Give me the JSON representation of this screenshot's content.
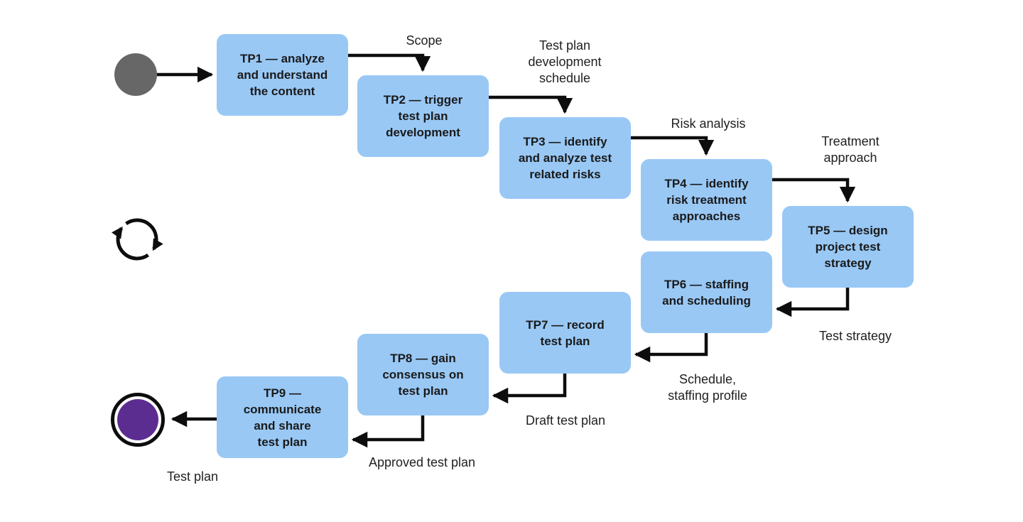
{
  "colors": {
    "box-fill": "#99C8F5",
    "start-fill": "#676767",
    "end-fill": "#5C2D91",
    "arrow": "#0d0d0d",
    "ink": "#1a1a1a"
  },
  "diagram": {
    "type": "flowchart",
    "nodes": [
      {
        "id": "start",
        "type": "start-circle",
        "label": ""
      },
      {
        "id": "TP1",
        "type": "process",
        "label": "TP1 — analyze\nand understand\nthe content"
      },
      {
        "id": "TP2",
        "type": "process",
        "label": "TP2 — trigger\ntest plan\ndevelopment"
      },
      {
        "id": "TP3",
        "type": "process",
        "label": "TP3 — identify\nand analyze test\nrelated risks"
      },
      {
        "id": "TP4",
        "type": "process",
        "label": "TP4 — identify\nrisk treatment\napproaches"
      },
      {
        "id": "TP5",
        "type": "process",
        "label": "TP5 — design\nproject test\nstrategy"
      },
      {
        "id": "TP6",
        "type": "process",
        "label": "TP6 — staffing\nand scheduling"
      },
      {
        "id": "TP7",
        "type": "process",
        "label": "TP7 — record\ntest plan"
      },
      {
        "id": "TP8",
        "type": "process",
        "label": "TP8 — gain\nconsensus on\ntest plan"
      },
      {
        "id": "TP9",
        "type": "process",
        "label": "TP9 —\ncommunicate\nand share\ntest plan"
      },
      {
        "id": "end",
        "type": "end-circle",
        "label": ""
      }
    ],
    "edges": [
      {
        "from": "start",
        "to": "TP1",
        "label": ""
      },
      {
        "from": "TP1",
        "to": "TP2",
        "label": "Scope"
      },
      {
        "from": "TP2",
        "to": "TP3",
        "label": "Test plan\ndevelopment\nschedule"
      },
      {
        "from": "TP3",
        "to": "TP4",
        "label": "Risk analysis"
      },
      {
        "from": "TP4",
        "to": "TP5",
        "label": "Treatment\napproach"
      },
      {
        "from": "TP5",
        "to": "TP6",
        "label": "Test strategy"
      },
      {
        "from": "TP6",
        "to": "TP7",
        "label": "Schedule,\nstaffing profile"
      },
      {
        "from": "TP7",
        "to": "TP8",
        "label": "Draft test plan"
      },
      {
        "from": "TP8",
        "to": "TP9",
        "label": "Approved test plan"
      },
      {
        "from": "TP9",
        "to": "end",
        "label": "Test plan"
      }
    ],
    "icons": [
      {
        "name": "cycle-icon",
        "meaning": "iterative process loop"
      }
    ]
  }
}
